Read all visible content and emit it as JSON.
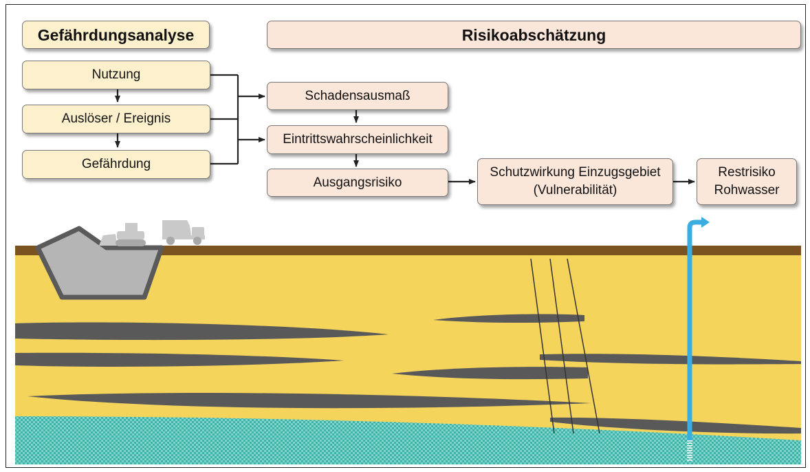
{
  "headers": {
    "hazard_analysis": "Gefährdungsanalyse",
    "risk_assessment": "Risikoabschätzung"
  },
  "hazard_steps": [
    "Nutzung",
    "Auslöser / Ereignis",
    "Gefährdung"
  ],
  "risk_steps": {
    "damage_extent": "Schadensausmaß",
    "probability": "Eintrittswahrscheinlichkeit",
    "initial_risk": "Ausgangsrisiko",
    "protection_line1": "Schutzwirkung Einzugsgebiet",
    "protection_line2": "(Vulnerabilität)",
    "residual_line1": "Restrisiko",
    "residual_line2": "Rohwasser"
  },
  "colors": {
    "hazard_box": "#fdf1cd",
    "risk_box": "#fbe6da",
    "soil": "#f5d45c",
    "topsoil": "#7a5320",
    "aquitard_lens": "#595959",
    "groundwater": "#3fb3a8",
    "well": "#3aaee0"
  },
  "icons": [
    "pit-icon",
    "bulldozer-icon",
    "dump-truck-icon",
    "well-icon"
  ]
}
